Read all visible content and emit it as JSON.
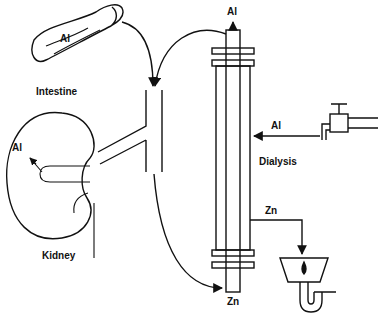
{
  "diagram": {
    "nodes": [
      {
        "text": [
          "Al",
          "Intestine"
        ]
      },
      {
        "text": [
          "Al",
          "Kidney"
        ]
      }
    ],
    "labels": [
      "Al",
      "Dialysis",
      "Al",
      "Zn",
      "Zn"
    ]
  }
}
